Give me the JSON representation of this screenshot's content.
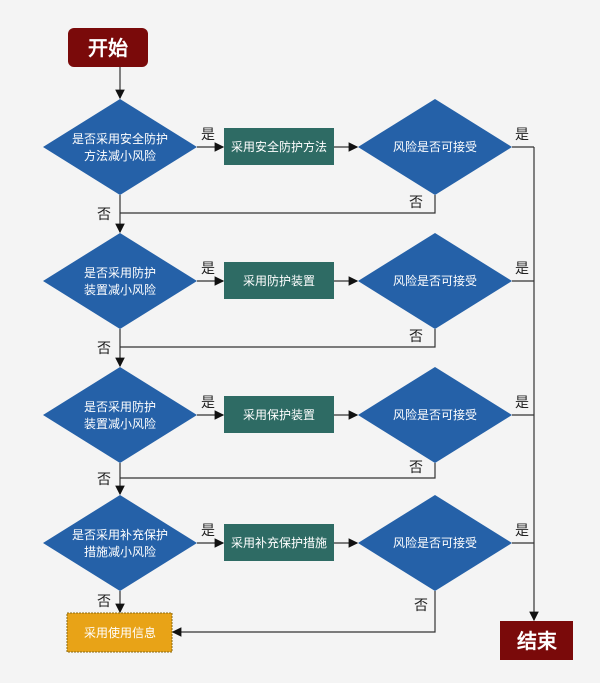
{
  "colors": {
    "terminal": "#7a0a0a",
    "decision": "#2561a8",
    "process": "#2e6b64",
    "info": "#e8a317"
  },
  "start": "开始",
  "end": "结束",
  "yes": "是",
  "no": "否",
  "rows": [
    {
      "question": [
        "是否采用安全防护",
        "方法减小风险"
      ],
      "action": "采用安全防护方法",
      "check": "风险是否可接受"
    },
    {
      "question": [
        "是否采用防护",
        "装置减小风险"
      ],
      "action": "采用防护装置",
      "check": "风险是否可接受"
    },
    {
      "question": [
        "是否采用防护",
        "装置减小风险"
      ],
      "action": "采用保护装置",
      "check": "风险是否可接受"
    },
    {
      "question": [
        "是否采用补充保护",
        "措施减小风险"
      ],
      "action": "采用补充保护措施",
      "check": "风险是否可接受"
    }
  ],
  "final_action": "采用使用信息"
}
